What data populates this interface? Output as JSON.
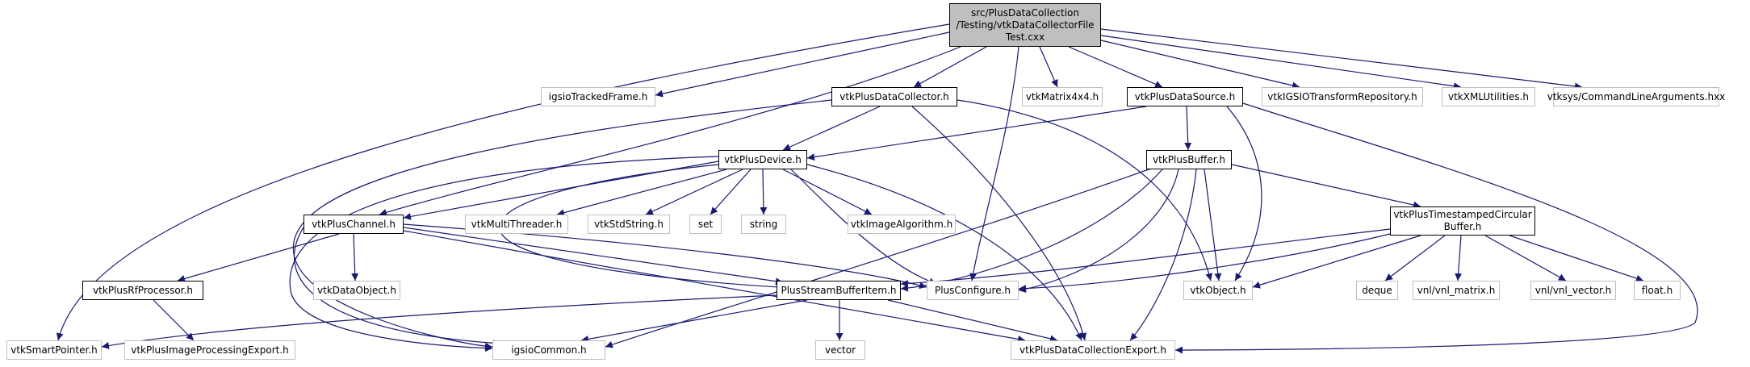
{
  "colors": {
    "edge": "#191970",
    "focus_fill": "#bfbfbf",
    "external_border": "#bfbfbf",
    "node_border": "#000000"
  },
  "nodes": {
    "root": {
      "line1": "src/PlusDataCollection",
      "line2": "/Testing/vtkDataCollectorFile",
      "line3": "Test.cxx"
    },
    "igsioTrackedFrame": "igsioTrackedFrame.h",
    "vtkPlusDataCollector": "vtkPlusDataCollector.h",
    "vtkMatrix4x4": "vtkMatrix4x4.h",
    "vtkPlusDataSource": "vtkPlusDataSource.h",
    "vtkIGSIOTransformRepository": "vtkIGSIOTransformRepository.h",
    "vtkXMLUtilities": "vtkXMLUtilities.h",
    "CommandLineArguments": "vtksys/CommandLineArguments.hxx",
    "vtkPlusDevice": "vtkPlusDevice.h",
    "vtkPlusBuffer": "vtkPlusBuffer.h",
    "vtkPlusChannel": "vtkPlusChannel.h",
    "vtkMultiThreader": "vtkMultiThreader.h",
    "vtkStdString": "vtkStdString.h",
    "set": "set",
    "string": "string",
    "vtkImageAlgorithm": "vtkImageAlgorithm.h",
    "vtkPlusTimestampedCircularBuffer": {
      "line1": "vtkPlusTimestampedCircular",
      "line2": "Buffer.h"
    },
    "vtkPlusRfProcessor": "vtkPlusRfProcessor.h",
    "vtkDataObject": "vtkDataObject.h",
    "PlusStreamBufferItem": "PlusStreamBufferItem.h",
    "PlusConfigure": "PlusConfigure.h",
    "vtkObject": "vtkObject.h",
    "deque": "deque",
    "vnl_matrix": "vnl/vnl_matrix.h",
    "vnl_vector": "vnl/vnl_vector.h",
    "float": "float.h",
    "vtkSmartPointer": "vtkSmartPointer.h",
    "vtkPlusImageProcessingExport": "vtkPlusImageProcessingExport.h",
    "igsioCommon": "igsioCommon.h",
    "vector": "vector",
    "vtkPlusDataCollectionExport": "vtkPlusDataCollectionExport.h"
  }
}
